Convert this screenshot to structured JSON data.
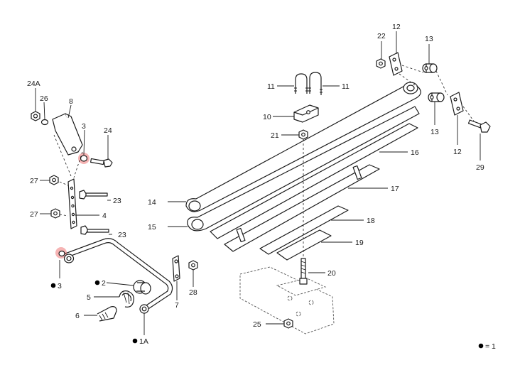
{
  "labels": {
    "n24A": "24A",
    "n26": "26",
    "n8": "8",
    "n3a": "3",
    "n24": "24",
    "n27a": "27",
    "n23a": "23",
    "n27b": "27",
    "n4": "4",
    "n23b": "23",
    "n3b": "3",
    "n2": "2",
    "n5": "5",
    "n6": "6",
    "n1A": "1A",
    "n7": "7",
    "n28": "28",
    "n22": "22",
    "n12a": "12",
    "n13a": "13",
    "n11a": "11",
    "n11b": "11",
    "n10": "10",
    "n21": "21",
    "n13b": "13",
    "n12b": "12",
    "n16": "16",
    "n29": "29",
    "n14": "14",
    "n17": "17",
    "n15": "15",
    "n18": "18",
    "n19": "19",
    "n20": "20",
    "n25": "25",
    "legend": "= 1"
  },
  "colors": {
    "highlight": "#e62828",
    "line": "#1a1a1a"
  }
}
